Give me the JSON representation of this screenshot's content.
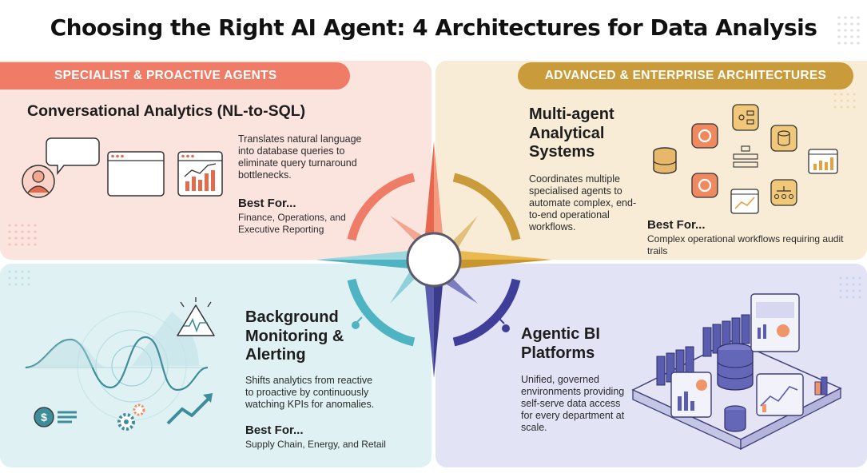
{
  "title": "Choosing the Right AI Agent: 4 Architectures for Data Analysis",
  "banners": {
    "left": "SPECIALIST & PROACTIVE AGENTS",
    "right": "ADVANCED & ENTERPRISE ARCHITECTURES"
  },
  "quadrants": [
    {
      "heading": "Conversational Analytics (NL-to-SQL)",
      "description": "Translates natural language into database queries to eliminate query turnaround bottlenecks.",
      "best_for_label": "Best For...",
      "best_for": "Finance, Operations, and Executive Reporting",
      "color": "#ef7c66"
    },
    {
      "heading": "Multi-agent Analytical Systems",
      "description": "Coordinates multiple specialised agents to automate complex, end-to-end operational workflows.",
      "best_for_label": "Best For...",
      "best_for": "Complex operational workflows requiring audit trails",
      "color": "#c99b3a"
    },
    {
      "heading": "Background Monitoring & Alerting",
      "description": "Shifts analytics from reactive to proactive by continuously watching KPIs for anomalies.",
      "best_for_label": "Best For...",
      "best_for": "Supply Chain, Energy, and Retail",
      "color": "#4eb4c4"
    },
    {
      "heading": "Agentic BI Platforms",
      "description": "Unified, governed environments providing self-serve data access for every department at scale.",
      "best_for_label": "",
      "best_for": "",
      "color": "#3f3f9a"
    }
  ],
  "icons": {
    "nl_sql": [
      "user-avatar-icon",
      "speech-bubble-icon",
      "browser-window-icon",
      "bar-chart-window-icon"
    ],
    "multi_agent": [
      "database-icon",
      "gear-icon",
      "flowchart-icon",
      "bar-chart-icon",
      "line-chart-icon",
      "hierarchy-icon"
    ],
    "monitoring": [
      "radar-wave-icon",
      "alert-triangle-icon",
      "dollar-icon",
      "gears-icon",
      "trend-up-arrow-icon"
    ],
    "bi_platform": [
      "isometric-data-platform-icon"
    ]
  }
}
